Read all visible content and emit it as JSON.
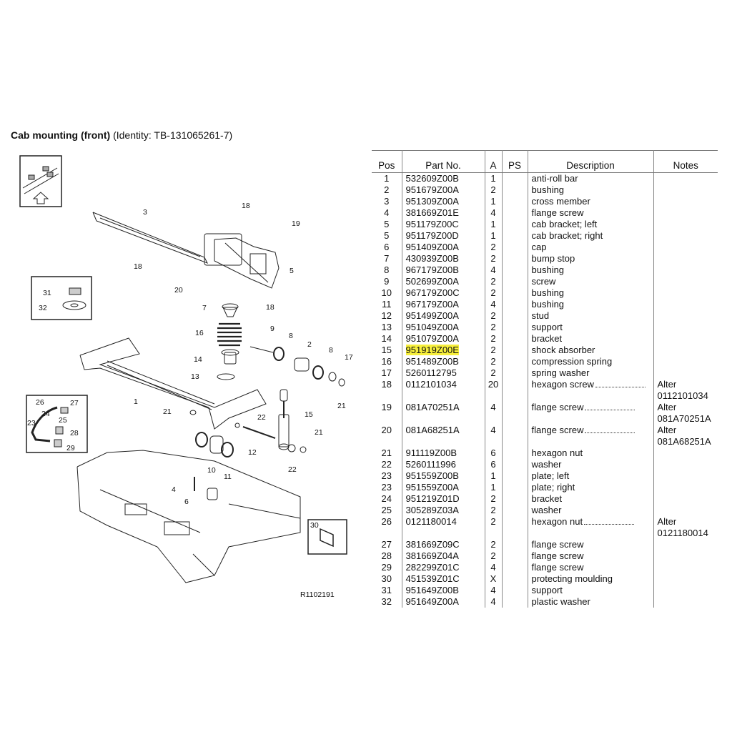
{
  "title": {
    "main": "Cab mounting (front)",
    "identity": "(Identity: TB-131065261-7)"
  },
  "diagram": {
    "ref": "R1102191",
    "callouts": [
      "1",
      "2",
      "3",
      "4",
      "5",
      "6",
      "7",
      "8",
      "9",
      "10",
      "11",
      "12",
      "13",
      "14",
      "15",
      "16",
      "17",
      "18",
      "19",
      "20",
      "21",
      "22",
      "23",
      "24",
      "25",
      "26",
      "27",
      "28",
      "29",
      "30",
      "31",
      "32"
    ]
  },
  "table": {
    "headers": {
      "pos": "Pos",
      "part": "Part No.",
      "a": "A",
      "ps": "PS",
      "desc": "Description",
      "notes": "Notes"
    },
    "rows": [
      {
        "pos": "1",
        "part": "532609Z00B",
        "a": "1",
        "desc": "anti-roll bar"
      },
      {
        "pos": "2",
        "part": "951679Z00A",
        "a": "2",
        "desc": "bushing"
      },
      {
        "pos": "3",
        "part": "951309Z00A",
        "a": "1",
        "desc": "cross member"
      },
      {
        "pos": "4",
        "part": "381669Z01E",
        "a": "4",
        "desc": "flange screw"
      },
      {
        "pos": "5",
        "part": "951179Z00C",
        "a": "1",
        "desc": "cab bracket; left"
      },
      {
        "pos": "5",
        "part": "951179Z00D",
        "a": "1",
        "desc": "cab bracket; right"
      },
      {
        "pos": "6",
        "part": "951409Z00A",
        "a": "2",
        "desc": "cap"
      },
      {
        "pos": "7",
        "part": "430939Z00B",
        "a": "2",
        "desc": "bump stop"
      },
      {
        "pos": "8",
        "part": "967179Z00B",
        "a": "4",
        "desc": "bushing"
      },
      {
        "pos": "9",
        "part": "502699Z00A",
        "a": "2",
        "desc": "screw"
      },
      {
        "pos": "10",
        "part": "967179Z00C",
        "a": "2",
        "desc": "bushing"
      },
      {
        "pos": "11",
        "part": "967179Z00A",
        "a": "4",
        "desc": "bushing"
      },
      {
        "pos": "12",
        "part": "951499Z00A",
        "a": "2",
        "desc": "stud"
      },
      {
        "pos": "13",
        "part": "951049Z00A",
        "a": "2",
        "desc": "support"
      },
      {
        "pos": "14",
        "part": "951079Z00A",
        "a": "2",
        "desc": "bracket"
      },
      {
        "pos": "15",
        "part": "951919Z00E",
        "a": "2",
        "desc": "shock absorber",
        "highlight": true
      },
      {
        "pos": "16",
        "part": "951489Z00B",
        "a": "2",
        "desc": "compression spring"
      },
      {
        "pos": "17",
        "part": "5260112795",
        "a": "2",
        "desc": "spring washer"
      },
      {
        "pos": "18",
        "part": "0112101034",
        "a": "20",
        "desc": "hexagon screw",
        "note1": "Alter",
        "note2": "0112101034"
      },
      {
        "pos": "19",
        "part": "081A70251A",
        "a": "4",
        "desc": "flange screw",
        "note1": "Alter",
        "note2": "081A70251A"
      },
      {
        "pos": "20",
        "part": "081A68251A",
        "a": "4",
        "desc": "flange screw",
        "note1": "Alter",
        "note2": "081A68251A"
      },
      {
        "pos": "21",
        "part": "911119Z00B",
        "a": "6",
        "desc": "hexagon nut"
      },
      {
        "pos": "22",
        "part": "5260111996",
        "a": "6",
        "desc": "washer"
      },
      {
        "pos": "23",
        "part": "951559Z00B",
        "a": "1",
        "desc": "plate; left"
      },
      {
        "pos": "23",
        "part": "951559Z00A",
        "a": "1",
        "desc": "plate; right"
      },
      {
        "pos": "24",
        "part": "951219Z01D",
        "a": "2",
        "desc": "bracket"
      },
      {
        "pos": "25",
        "part": "305289Z03A",
        "a": "2",
        "desc": "washer"
      },
      {
        "pos": "26",
        "part": "0121180014",
        "a": "2",
        "desc": "hexagon nut",
        "note1": "Alter",
        "note2": "0121180014"
      },
      {
        "pos": "27",
        "part": "381669Z09C",
        "a": "2",
        "desc": "flange screw"
      },
      {
        "pos": "28",
        "part": "381669Z04A",
        "a": "2",
        "desc": "flange screw"
      },
      {
        "pos": "29",
        "part": "282299Z01C",
        "a": "4",
        "desc": "flange screw"
      },
      {
        "pos": "30",
        "part": "451539Z01C",
        "a": "X",
        "desc": "protecting moulding"
      },
      {
        "pos": "31",
        "part": "951649Z00B",
        "a": "4",
        "desc": "support"
      },
      {
        "pos": "32",
        "part": "951649Z00A",
        "a": "4",
        "desc": "plastic washer"
      }
    ]
  }
}
